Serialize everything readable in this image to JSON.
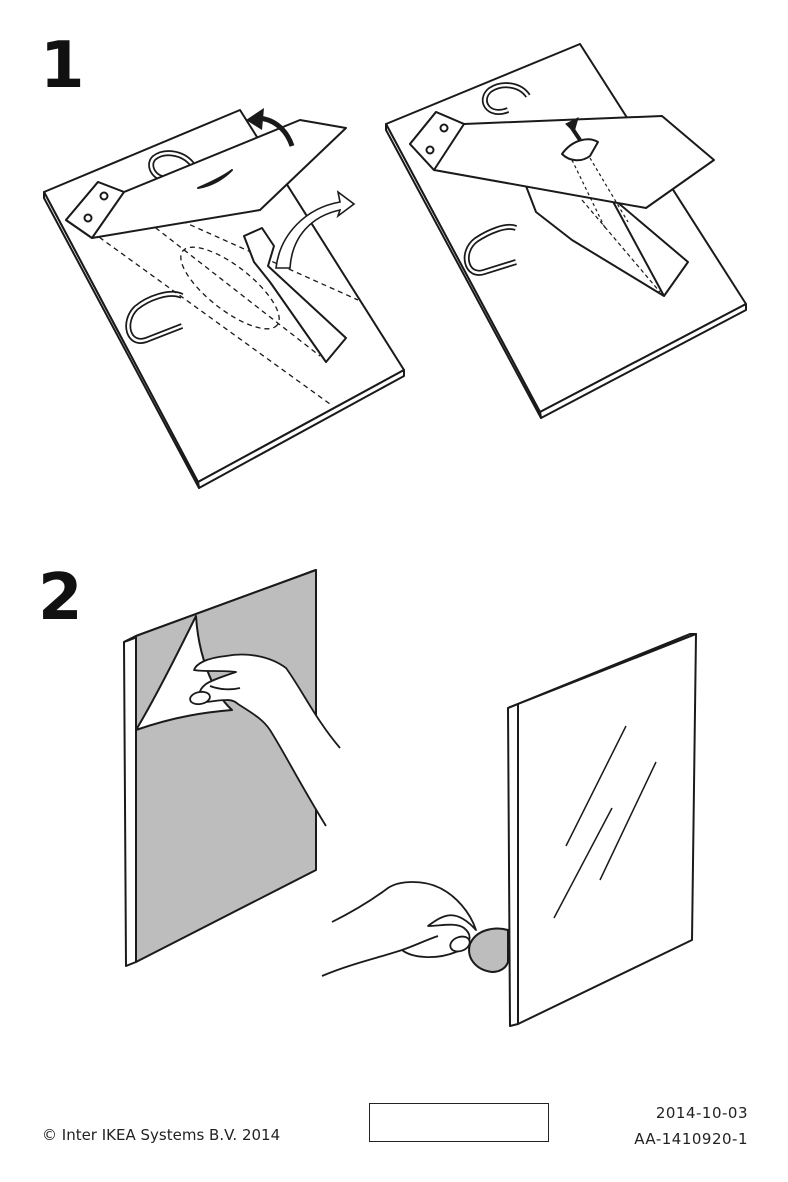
{
  "steps": [
    {
      "number": "1"
    },
    {
      "number": "2"
    }
  ],
  "footer": {
    "copyright": "© Inter IKEA Systems B.V. 2014",
    "date": "2014-10-03",
    "article_code": "AA-1410920-1"
  }
}
